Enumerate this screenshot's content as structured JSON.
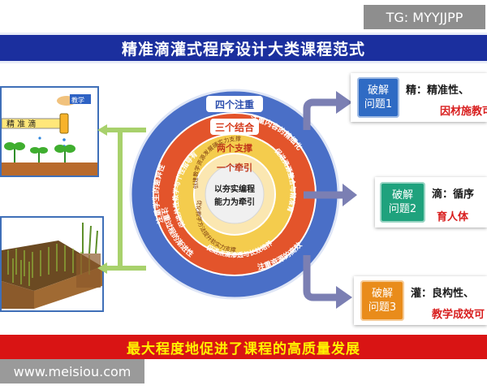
{
  "watermark": "TG: MYYJJPP",
  "title": "精准滴灌式程序设计大类课程范式",
  "footer": "最大程度地促进了课程的高质量发展",
  "site": "www.meisiou.com",
  "illustration": {
    "drip_label": "精 准 滴",
    "hand_tag": "教学"
  },
  "circle": {
    "ring1_label": "四个注重",
    "ring1_items": [
      "注重学生的差异性",
      "注重内容的精细化",
      "注重过程的渐进性",
      "注重资源的高效性"
    ],
    "ring2_label": "三个结合",
    "ring2_items": [
      "促进共性教学与个性指导有机结合",
      "促进资源整合与精准育人有机结合",
      "促进点滴渗透与长效培养有机结合"
    ],
    "ring3_label": "两个支撑",
    "ring3_items": [
      "创建教学资源发展硬实力支撑",
      "优化教学方法提升软实力支撑"
    ],
    "core_label": "一个牵引",
    "core_text": [
      "以夯实编程",
      "能力为牵引"
    ]
  },
  "cards": [
    {
      "badge": [
        "破解",
        "问题1"
      ],
      "head": "精：精准性、",
      "red": "因材施教可",
      "color": "#2f6bc4"
    },
    {
      "badge": [
        "破解",
        "问题2"
      ],
      "head": "滴：循序",
      "red": "育人体",
      "color": "#1fa27d"
    },
    {
      "badge": [
        "破解",
        "问题3"
      ],
      "head": "灌：良构性、",
      "red": "教学成效可",
      "color": "#e98c1b"
    }
  ],
  "colors": {
    "title_bg": "#1b2f9e",
    "footer_bg": "#d91414",
    "footer_text": "#fff200",
    "outer_ring": "#4a6fc7",
    "middle_ring": "#e3542b",
    "inner_ring": "#f4cc4d",
    "arrow": "#7b7fb3",
    "connector": "#a8d16c"
  }
}
